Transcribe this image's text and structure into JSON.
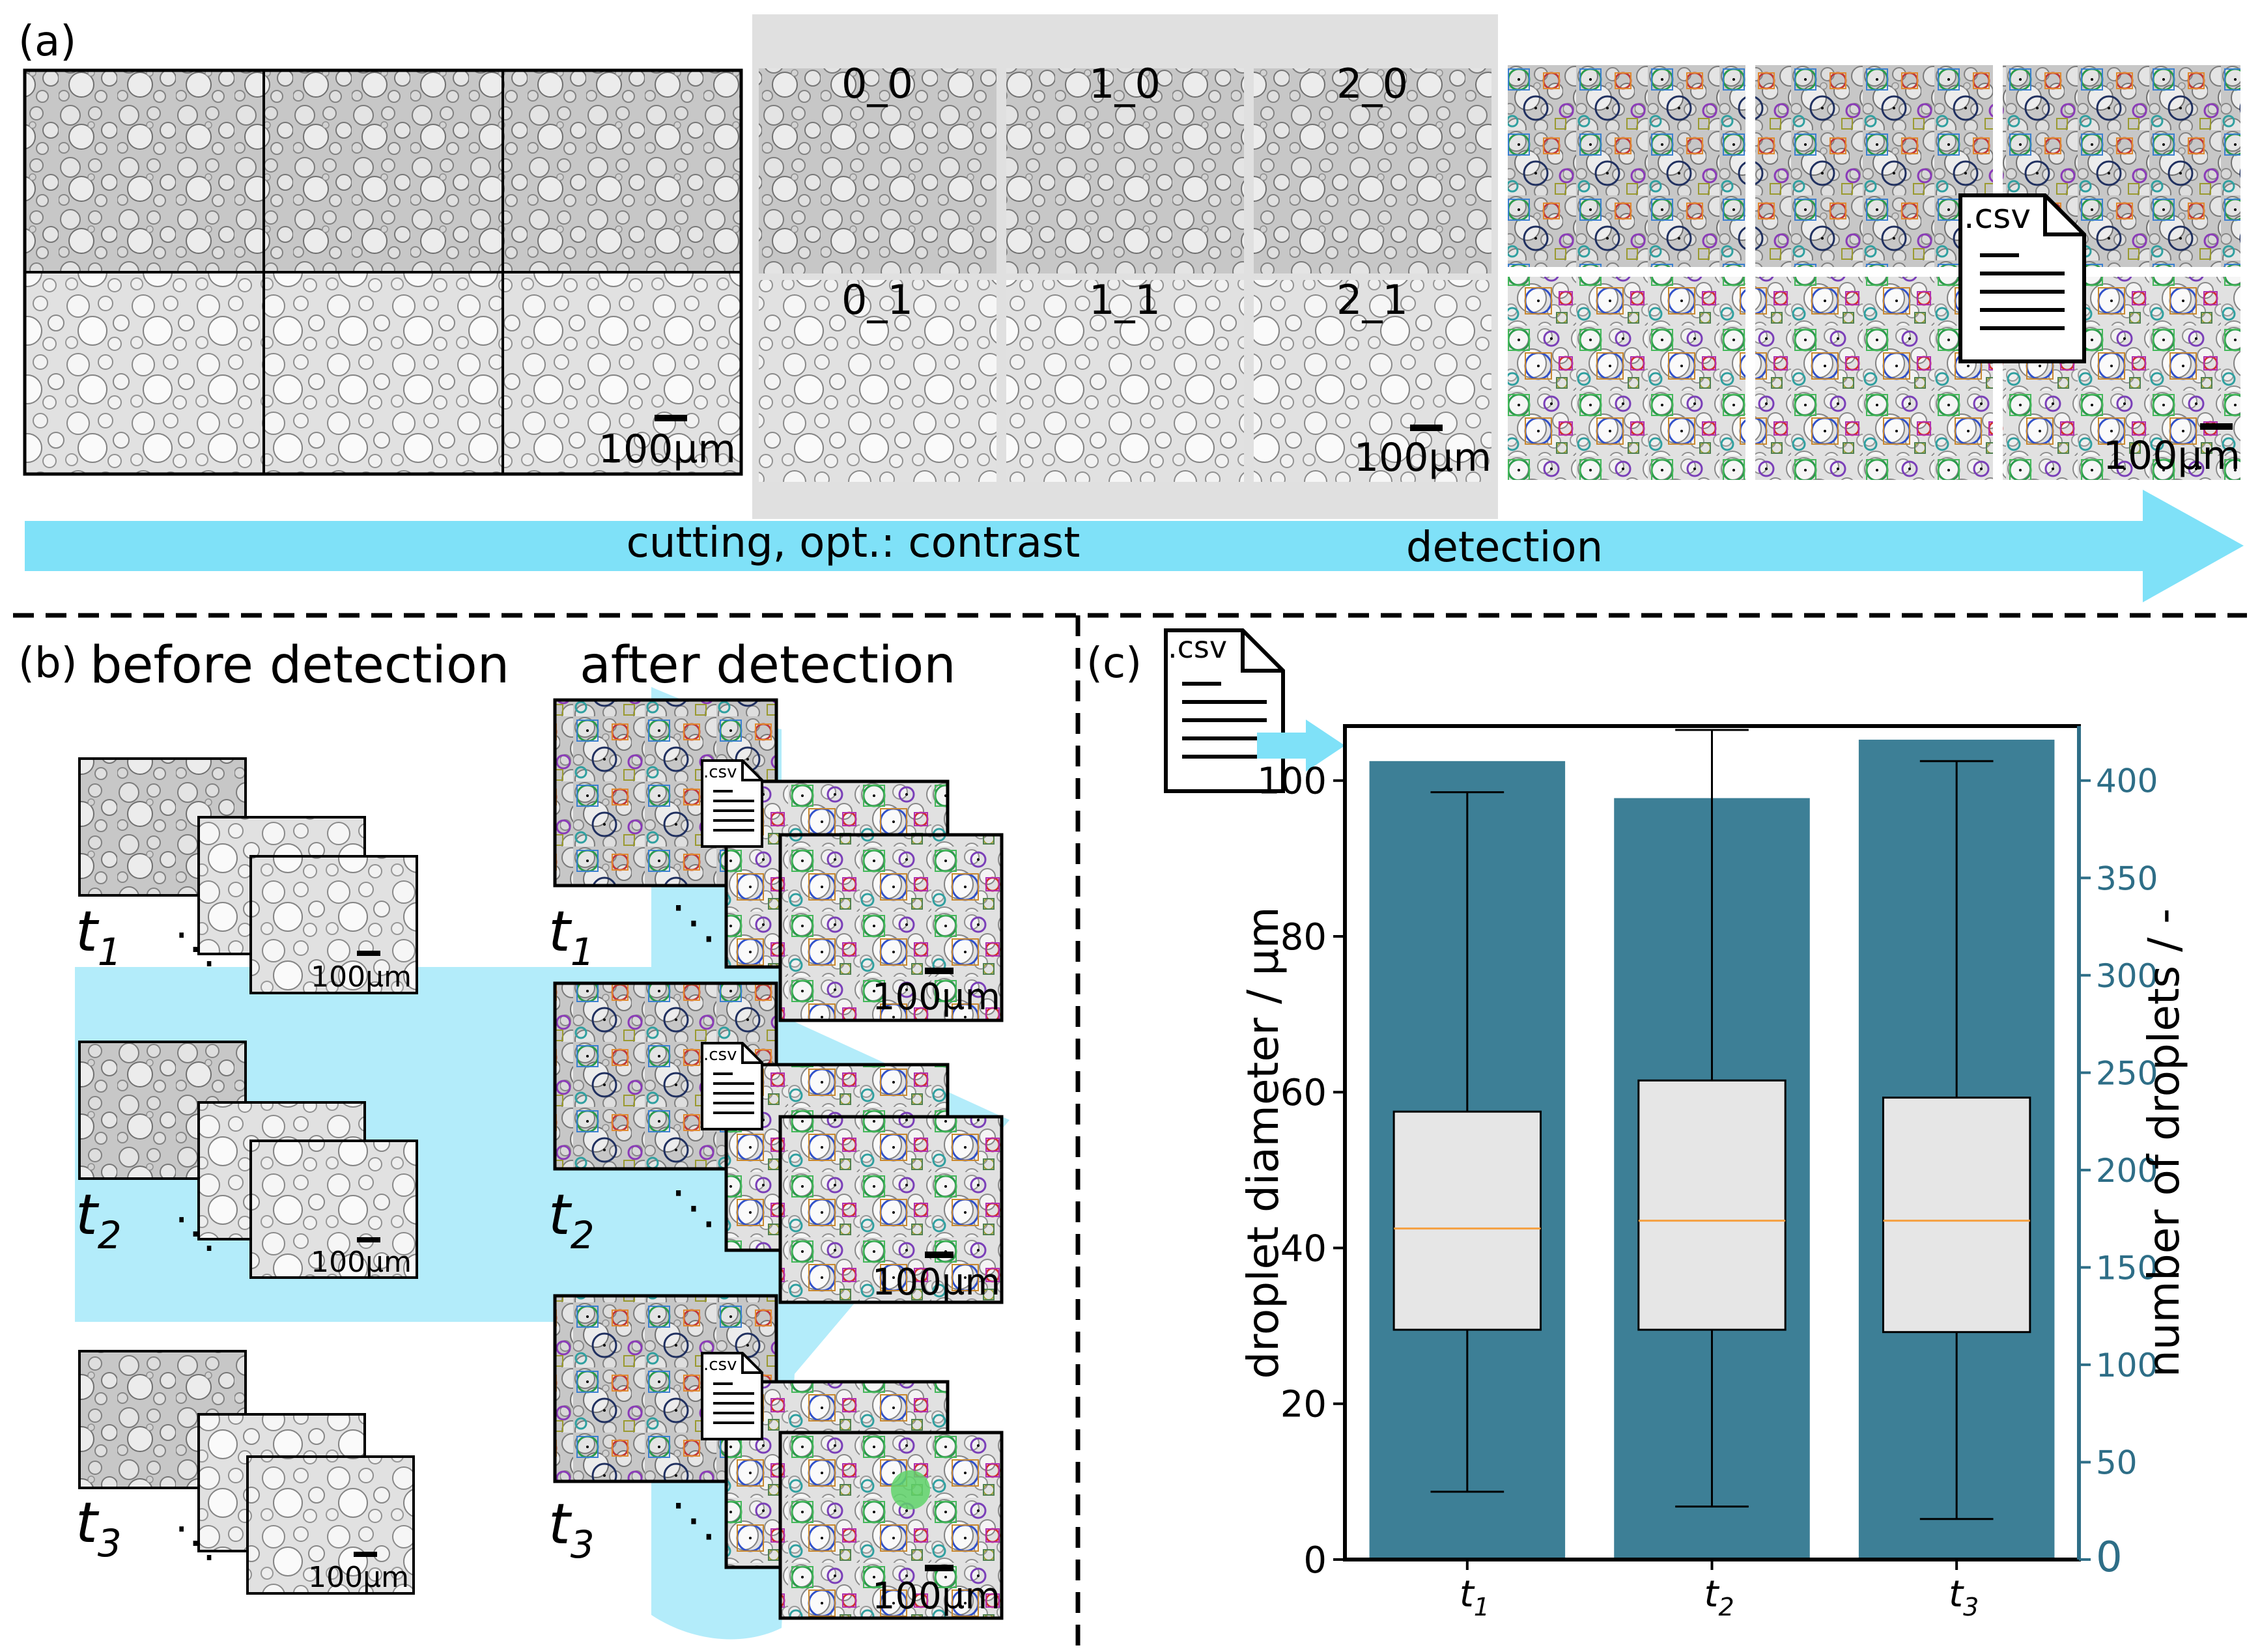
{
  "panel_a": {
    "label": "(a)",
    "tile_labels": [
      "0_0",
      "1_0",
      "2_0",
      "0_1",
      "1_1",
      "2_1"
    ],
    "scale_bar": "100µm",
    "csv_label": ".csv",
    "arrow_text_1": "cutting, opt.: contrast",
    "arrow_text_2": "detection"
  },
  "panel_b": {
    "label": "(b)",
    "heading_before": "before detection",
    "heading_after": "after detection",
    "time_labels": [
      {
        "base": "t",
        "sub": "1"
      },
      {
        "base": "t",
        "sub": "2"
      },
      {
        "base": "t",
        "sub": "3"
      }
    ],
    "ellipsis": "⋱",
    "scale_bar": "100µm",
    "csv_label": ".csv"
  },
  "panel_c": {
    "label": "(c)",
    "csv_label": ".csv"
  },
  "colors": {
    "arrow": "#7fe1f8",
    "bar": "#3d7f96",
    "right_axis": "#2e6e87",
    "median": "#f5a040",
    "box_fill": "#e6e6e6",
    "grey_band": "#e0e0e0"
  },
  "chart_data": {
    "type": "bar",
    "categories": [
      "t1",
      "t2",
      "t3"
    ],
    "tick_labels": [
      {
        "base": "t",
        "sub": "1"
      },
      {
        "base": "t",
        "sub": "2"
      },
      {
        "base": "t",
        "sub": "3"
      }
    ],
    "ylabel": "droplet diameter /  µm",
    "ylabel_right": "number of droplets / -",
    "ylim": [
      0,
      107
    ],
    "ylim_right": [
      0,
      428
    ],
    "yticks": [
      0,
      20,
      40,
      60,
      80,
      100
    ],
    "yticks_right": [
      0,
      50,
      100,
      150,
      200,
      250,
      300,
      350,
      400
    ],
    "series": [
      {
        "name": "number of droplets",
        "axis": "right",
        "type": "bar",
        "values": [
          410,
          391,
          421
        ]
      },
      {
        "name": "droplet diameter",
        "axis": "left",
        "type": "box",
        "stats": [
          {
            "whislo": 8.7,
            "q1": 29.5,
            "median": 42.5,
            "q3": 57.5,
            "whishi": 98.5
          },
          {
            "whislo": 6.8,
            "q1": 29.5,
            "median": 43.5,
            "q3": 61.5,
            "whishi": 106.5
          },
          {
            "whislo": 5.2,
            "q1": 29.2,
            "median": 43.5,
            "q3": 59.3,
            "whishi": 102.5
          }
        ]
      }
    ],
    "grid": false,
    "legend": "none"
  }
}
